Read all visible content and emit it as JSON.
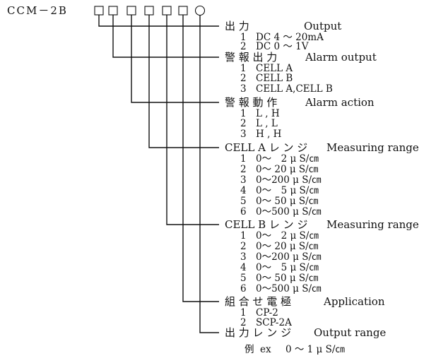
{
  "model": {
    "prefix": "CCM－2B"
  },
  "sections": [
    {
      "jp": "出 力",
      "en": "Output",
      "options": [
        {
          "num": "1",
          "text": "DC 4 ～ 20mA"
        },
        {
          "num": "2",
          "text": "DC 0 ～ 1V"
        }
      ]
    },
    {
      "jp": "警 報 出 力",
      "en": "Alarm output",
      "options": [
        {
          "num": "1",
          "text": "CELL A"
        },
        {
          "num": "2",
          "text": "CELL B"
        },
        {
          "num": "3",
          "text": "CELL A,CELL B"
        }
      ]
    },
    {
      "jp": "警 報 動 作",
      "en": "Alarm action",
      "options": [
        {
          "num": "1",
          "text": "L , H"
        },
        {
          "num": "2",
          "text": "L , L"
        },
        {
          "num": "3",
          "text": "H , H"
        }
      ]
    },
    {
      "jp": "CELL A レ ン ジ",
      "en": "Measuring range",
      "options": [
        {
          "num": "1",
          "text": "0～　2 μ  S/㎝"
        },
        {
          "num": "2",
          "text": "0～ 20 μ  S/㎝"
        },
        {
          "num": "3",
          "text": "0～200 μ  S/㎝"
        },
        {
          "num": "4",
          "text": "0～　5 μ  S/㎝"
        },
        {
          "num": "5",
          "text": "0～ 50 μ  S/㎝"
        },
        {
          "num": "6",
          "text": "0～500 μ  S/㎝"
        }
      ]
    },
    {
      "jp": "CELL B レ ン ジ",
      "en": "Measuring range",
      "options": [
        {
          "num": "1",
          "text": "0～　2 μ  S/㎝"
        },
        {
          "num": "2",
          "text": "0～ 20 μ  S/㎝"
        },
        {
          "num": "3",
          "text": "0～200 μ  S/㎝"
        },
        {
          "num": "4",
          "text": "0～　5 μ  S/㎝"
        },
        {
          "num": "5",
          "text": "0～ 50 μ  S/㎝"
        },
        {
          "num": "6",
          "text": "0～500 μ  S/㎝"
        }
      ]
    },
    {
      "jp": "組 合 せ 電 極",
      "en": "Application",
      "options": [
        {
          "num": "1",
          "text": "CP-2"
        },
        {
          "num": "2",
          "text": "SCP-2A"
        }
      ]
    },
    {
      "jp": "出 力 レ ン ジ",
      "en": "Output range",
      "options": []
    }
  ],
  "example": {
    "jp": "例",
    "en": "ex",
    "text": "0 ～ 1 μ  S/㎝"
  }
}
